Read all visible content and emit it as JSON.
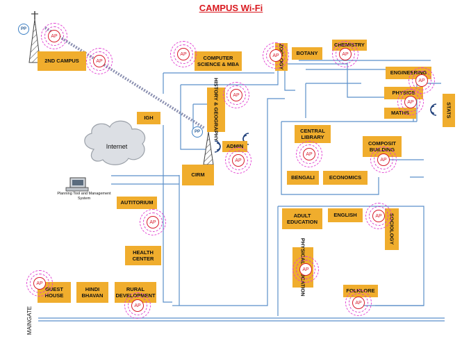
{
  "title": "CAMPUS  Wi-Fi",
  "ap_label": "AP",
  "pp_label": "PP",
  "internet_label": "Internet",
  "nms_label": "Planning Tool and Management System",
  "maingate_label": "MAINGATE",
  "buildings": {
    "second_campus": "2ND CAMPUS",
    "computer_science": "COMPUTER SCIENCE & MBA",
    "zoology": "ZOOLOGY",
    "botany": "BOTANY",
    "chemistry": "CHEMISTRY",
    "engineering": "ENGINEERING",
    "physics": "PHYSICS",
    "maths": "MATHS",
    "stats": "STATS",
    "history_geography": "HISTORY & GEOGRAPHY",
    "igh": "IGH",
    "admin": "ADMIN",
    "central_library": "CENTRAL LIBRARY",
    "composit_building": "COMPOSIT BUILDING",
    "cirm": "CIRM",
    "bengali": "BENGALI",
    "economics": "ECONOMICS",
    "auditorium": "AUTITORIUM",
    "adult_education": "ADULT EDUCATION",
    "english": "ENGLISH",
    "sociology": "SOCIOLOGY",
    "health_center": "HEALTH CENTER",
    "physical_education": "PHYSICAL EDUCATION",
    "guest_house": "GUEST HOUSE",
    "hindi_bhavan": "HINDI BHAVAN",
    "rural_development": "RURAL DEVELOPMENT",
    "folklore": "FOLKLORE"
  },
  "colors": {
    "building": "#f0ad2d",
    "ap_ring": "#e23fd2",
    "ap_core": "#d71a2a",
    "wire": "#5b8fc9",
    "title": "#d9191f"
  }
}
